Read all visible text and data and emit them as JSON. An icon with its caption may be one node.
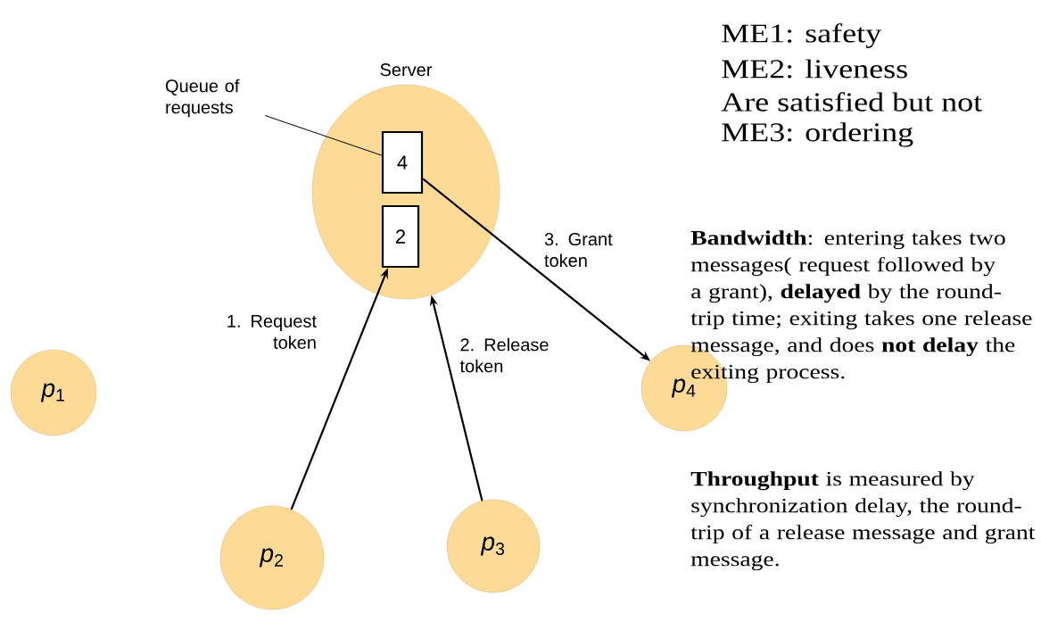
{
  "diagram": {
    "nodes": [
      {
        "text": [
          "Server"
        ]
      },
      {
        "text": [
          "4"
        ],
        "in": 0
      },
      {
        "text": [
          "2"
        ],
        "in": 0
      },
      {
        "text": [
          "*p*$_{1}$"
        ]
      },
      {
        "text": [
          "*p*$_{2}$"
        ]
      },
      {
        "text": [
          "*p*$_{3}$"
        ]
      },
      {
        "text": [
          "*p*$_{4}$"
        ]
      },
      {
        "text": [
          "Queue of requests"
        ]
      }
    ],
    "edges": [
      {
        "from": 7,
        "to": 1,
        "arrow": "none"
      },
      {
        "from": 4,
        "to": 2,
        "arrow": "to",
        "label": "1. Request token"
      },
      {
        "from": 5,
        "to": 0,
        "arrow": "to",
        "label": "2. Release token"
      },
      {
        "from": 1,
        "to": 6,
        "arrow": "to",
        "label": "3. Grant token"
      }
    ],
    "labels": [
      "ME1: safety",
      "ME2: liveness",
      "Are satisfied but not",
      "ME3: ordering",
      "**Bandwidth**: entering takes two messages( request followed by a grant), **delayed** by the round-trip time; exiting takes one release message, and does **not delay** the exiting process.",
      "**Throughput** is measured by synchronization delay, the round-trip of a release message and grant message."
    ]
  }
}
